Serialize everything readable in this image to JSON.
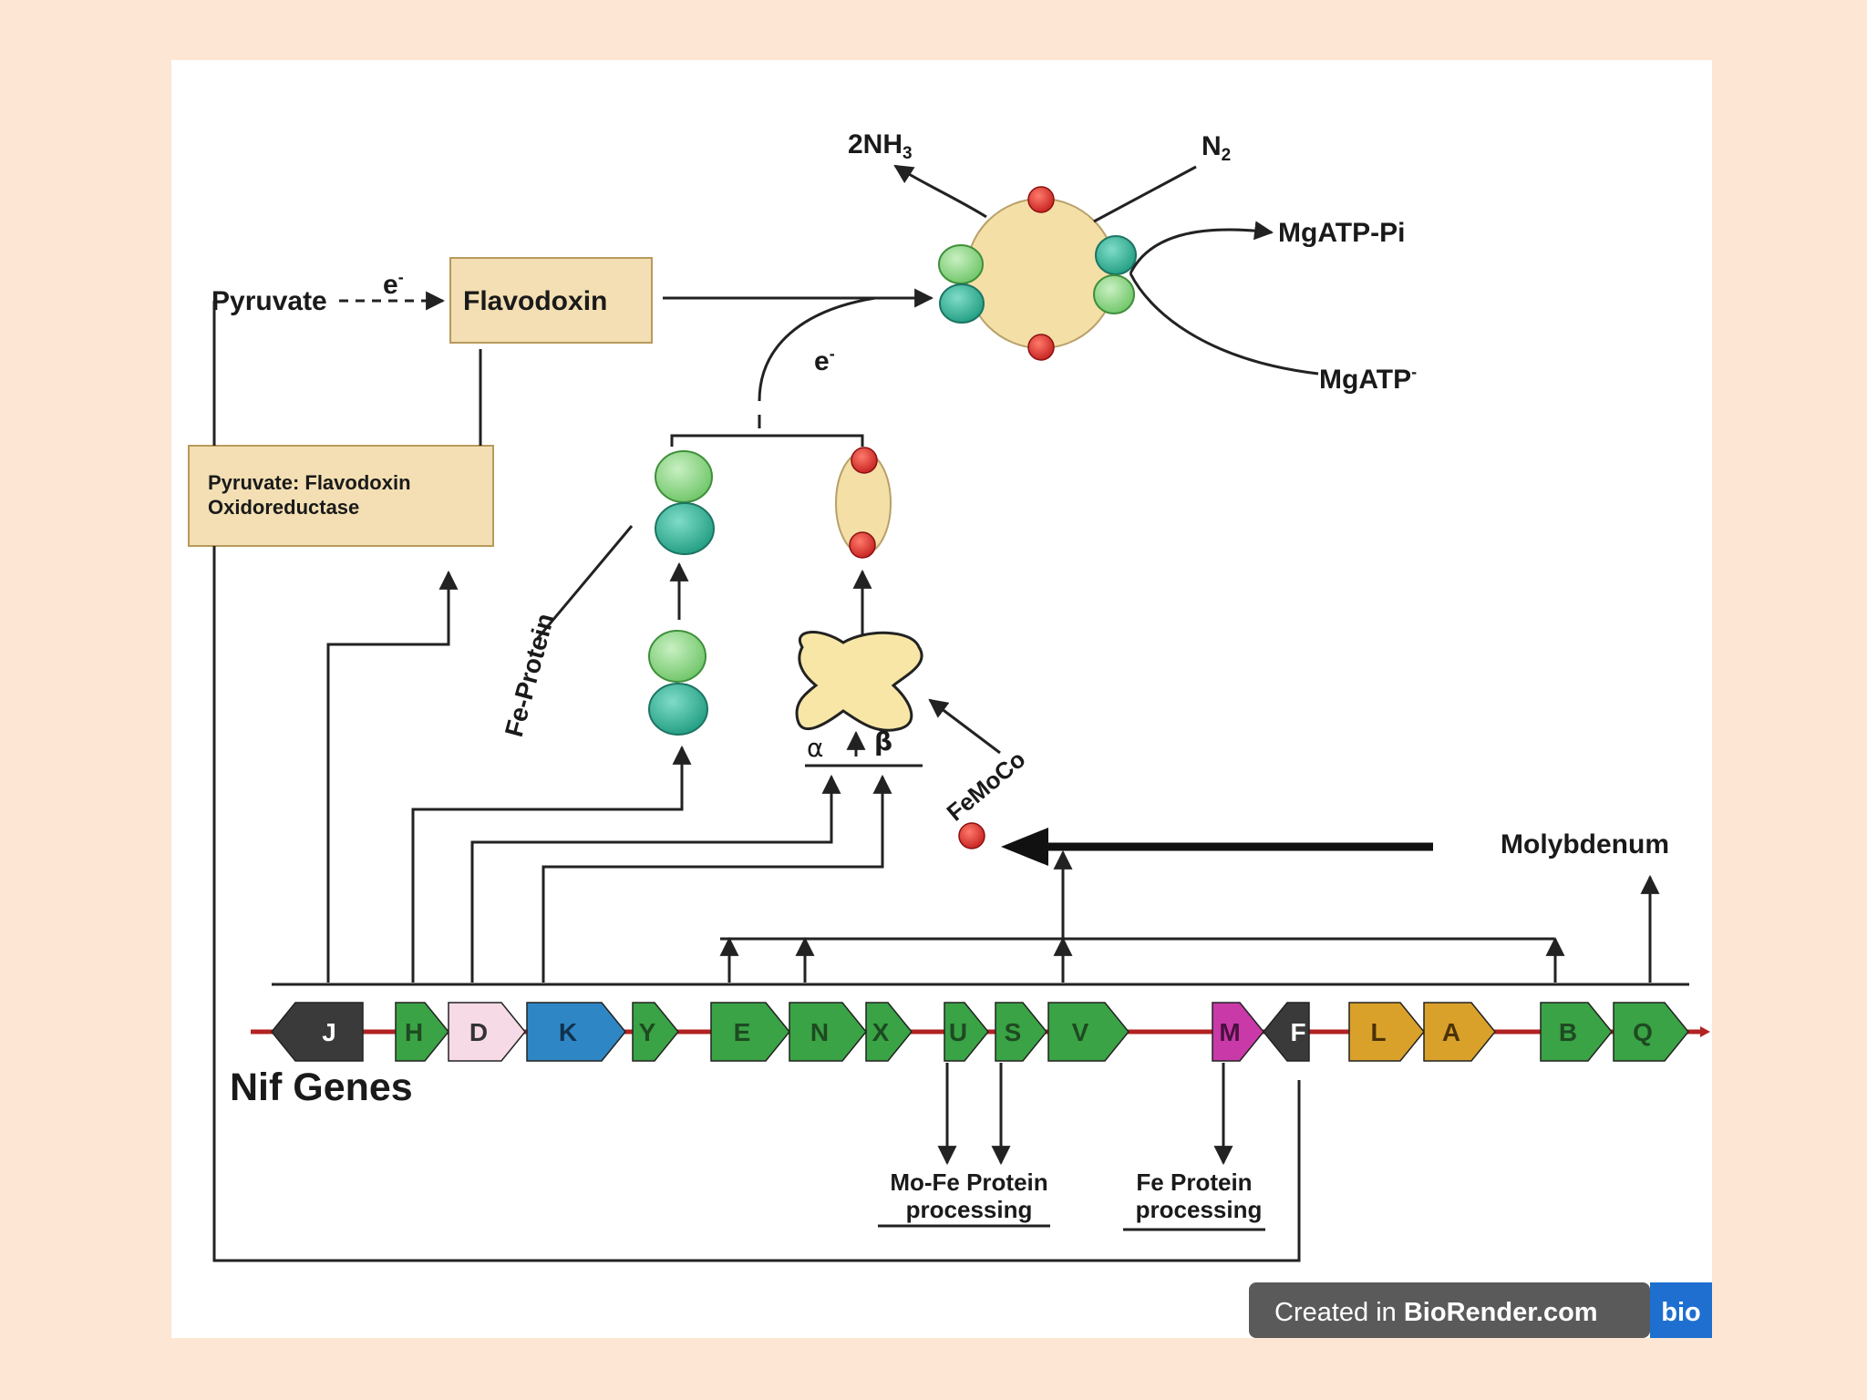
{
  "labels": {
    "pyruvate": "Pyruvate",
    "electron": "e",
    "electron_sup": "-",
    "flavodoxin": "Flavodoxin",
    "pfor_line1": "Pyruvate: Flavodoxin",
    "pfor_line2": "Oxidoreductase",
    "ammonia_main": "2NH",
    "ammonia_sub": "3",
    "nitrogen_main": "N",
    "nitrogen_sub": "2",
    "mgatp_pi": "MgATP-Pi",
    "mgatp_main": "MgATP",
    "mgatp_sup": "-",
    "fe_protein": "Fe-Protein",
    "femoco": "FeMoCo",
    "alpha": "α",
    "beta": "β",
    "molybdenum": "Molybdenum",
    "nif_genes": "Nif Genes",
    "mofe_line1": "Mo-Fe Protein",
    "mofe_line2": "processing",
    "fe_proc_line1": "Fe Protein",
    "fe_proc_line2": "processing"
  },
  "watermark": {
    "prefix": "Created in ",
    "brand": "BioRender.com",
    "logo": "bio"
  },
  "genes": [
    {
      "name": "J",
      "color": "#3a3a3a",
      "text": "#ffffff"
    },
    {
      "name": "H",
      "color": "#3aa345",
      "text": "#1e4a22"
    },
    {
      "name": "D",
      "color": "#f6dbe6",
      "text": "#333333"
    },
    {
      "name": "K",
      "color": "#2f86c4",
      "text": "#10324d"
    },
    {
      "name": "Y",
      "color": "#3aa345",
      "text": "#1e4a22"
    },
    {
      "name": "E",
      "color": "#3aa345",
      "text": "#1e4a22"
    },
    {
      "name": "N",
      "color": "#3aa345",
      "text": "#1e4a22"
    },
    {
      "name": "X",
      "color": "#3aa345",
      "text": "#1e4a22"
    },
    {
      "name": "U",
      "color": "#3aa345",
      "text": "#1e4a22"
    },
    {
      "name": "S",
      "color": "#3aa345",
      "text": "#1e4a22"
    },
    {
      "name": "V",
      "color": "#3aa345",
      "text": "#1e4a22"
    },
    {
      "name": "M",
      "color": "#c93aa8",
      "text": "#4a1040"
    },
    {
      "name": "F",
      "color": "#3a3a3a",
      "text": "#ffffff"
    },
    {
      "name": "L",
      "color": "#d9a12a",
      "text": "#4a3208"
    },
    {
      "name": "A",
      "color": "#d9a12a",
      "text": "#4a3208"
    },
    {
      "name": "B",
      "color": "#3aa345",
      "text": "#1e4a22"
    },
    {
      "name": "Q",
      "color": "#3aa345",
      "text": "#1e4a22"
    }
  ],
  "colors": {
    "page_bg": "#fde6d4",
    "panel_bg": "#ffffff",
    "box_fill": "#f3dfb3",
    "box_stroke": "#b89a5c",
    "light_green": "#8fd68a",
    "teal": "#35b59a",
    "red_site": "#d42a2a",
    "complex_fill": "#f4dfa6",
    "chromosome": "#b22222",
    "watermark_bg": "#555555",
    "watermark_logo": "#1e6fd0"
  }
}
